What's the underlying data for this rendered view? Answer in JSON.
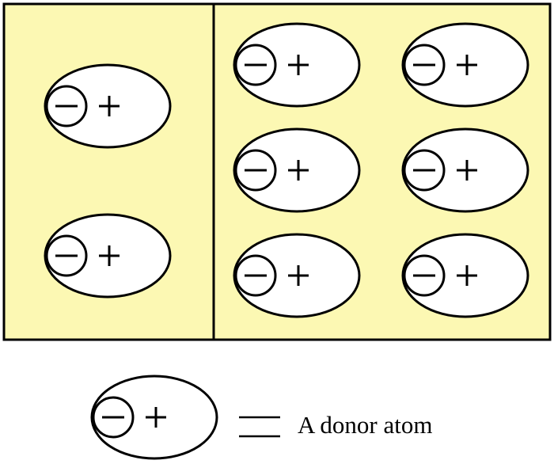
{
  "colors": {
    "region_fill": "#fcf8b3",
    "atom_fill": "#ffffff",
    "stroke": "#000000"
  },
  "regions": [
    {
      "name": "left-region",
      "donor_count": 2
    },
    {
      "name": "right-region",
      "donor_count": 6
    }
  ],
  "donor_atom": {
    "electron_symbol": "minus-in-circle",
    "ion_symbol": "plus"
  },
  "legend": {
    "label": "A donor atom"
  }
}
